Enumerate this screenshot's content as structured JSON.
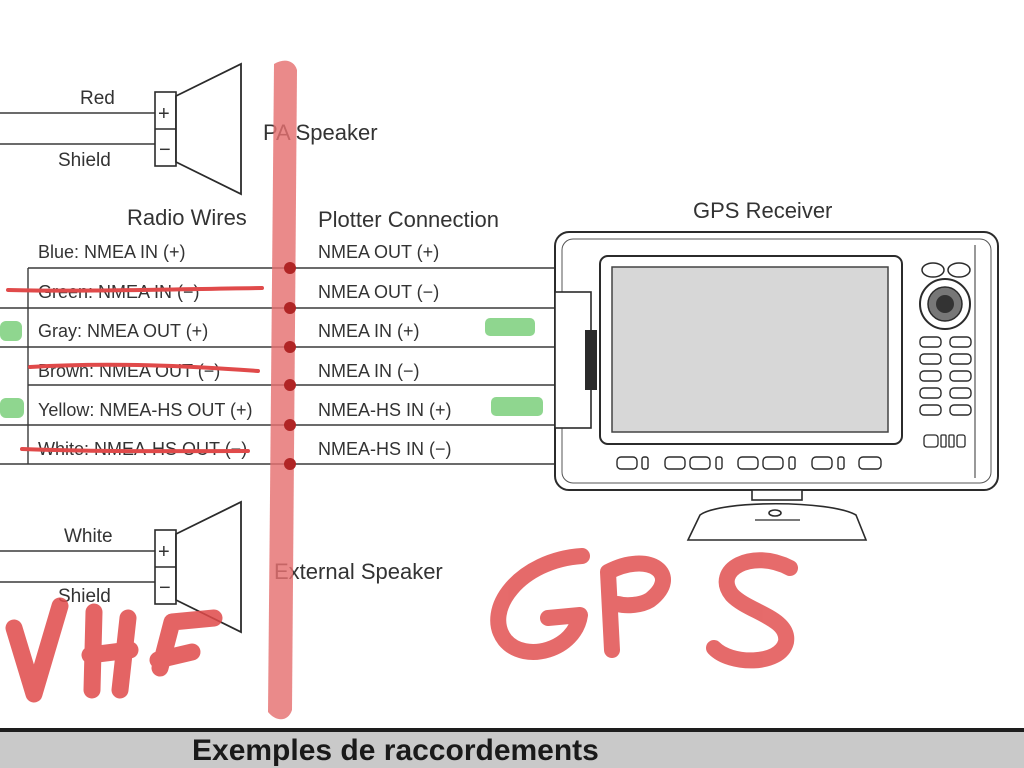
{
  "pa_speaker": {
    "label": "PA Speaker",
    "wire_top": "Red",
    "wire_bottom": "Shield",
    "plus": "+",
    "minus": "−"
  },
  "external_speaker": {
    "label": "External Speaker",
    "wire_top": "White",
    "wire_bottom": "Shield",
    "plus": "+",
    "minus": "−"
  },
  "radio_wires": {
    "heading": "Radio Wires",
    "rows": [
      {
        "text": "Blue: NMEA IN (+)",
        "struck": false,
        "highlight": false
      },
      {
        "text": "Green: NMEA IN (−)",
        "struck": true,
        "highlight": false
      },
      {
        "text": "Gray: NMEA OUT (+)",
        "struck": false,
        "highlight": true
      },
      {
        "text": "Brown: NMEA OUT (−)",
        "struck": true,
        "highlight": false
      },
      {
        "text": "Yellow: NMEA-HS OUT (+)",
        "struck": false,
        "highlight": true
      },
      {
        "text": "White: NMEA-HS OUT (−)",
        "struck": true,
        "highlight": false
      }
    ]
  },
  "plotter_connection": {
    "heading": "Plotter Connection",
    "rows": [
      {
        "text": "NMEA OUT (+)",
        "highlight": false
      },
      {
        "text": "NMEA OUT (−)",
        "highlight": false
      },
      {
        "text": "NMEA IN (+)",
        "highlight": true
      },
      {
        "text": "NMEA IN (−)",
        "highlight": false
      },
      {
        "text": "NMEA-HS IN (+)",
        "highlight": true
      },
      {
        "text": "NMEA-HS IN (−)",
        "highlight": false
      }
    ]
  },
  "gps_receiver": {
    "label": "GPS Receiver"
  },
  "annotations": {
    "vhf": "VHF",
    "gps": "GPS"
  },
  "footer": {
    "title": "Exemples de raccordements"
  },
  "colors": {
    "marker_red": "#e04a4a",
    "marker_green": "#8fd68f",
    "line": "#3a3a3a",
    "footer_bg": "#c9c9c9"
  }
}
